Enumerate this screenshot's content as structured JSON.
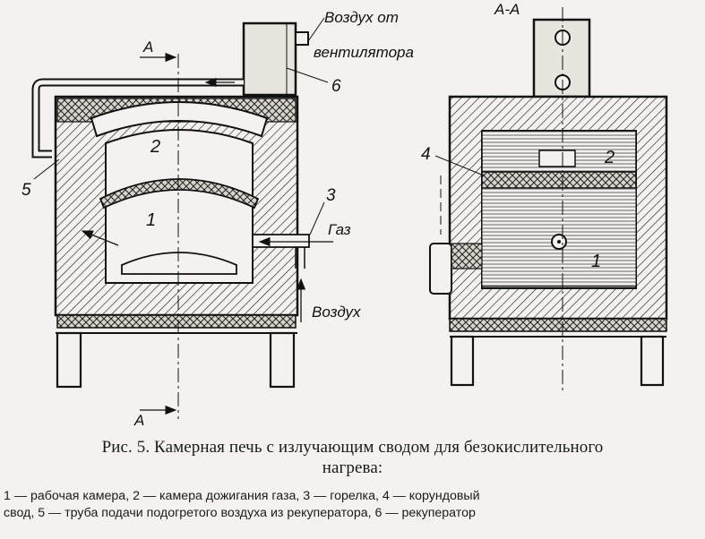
{
  "labels": {
    "section_mark_top": "A",
    "section_mark_bottom": "A",
    "section_title": "A-A",
    "air_from_fan_line1": "Воздух от",
    "air_from_fan_line2": "вентилятора",
    "gas": "Газ",
    "air": "Воздух",
    "n1_left": "1",
    "n2_left": "2",
    "n3": "3",
    "n5": "5",
    "n6": "6",
    "n1_right": "1",
    "n2_right": "2",
    "n4": "4"
  },
  "caption": {
    "line1": "Рис. 5. Камерная печь с излучающим сводом для безокислительного",
    "line2": "нагрева:"
  },
  "legend": {
    "line1": "1 — рабочая камера, 2 — камера дожигания газа, 3 — горелка, 4 — корундовый",
    "line2": "свод, 5 — труба подачи подогретого воздуха из рекуператора, 6 — рекуператор"
  }
}
